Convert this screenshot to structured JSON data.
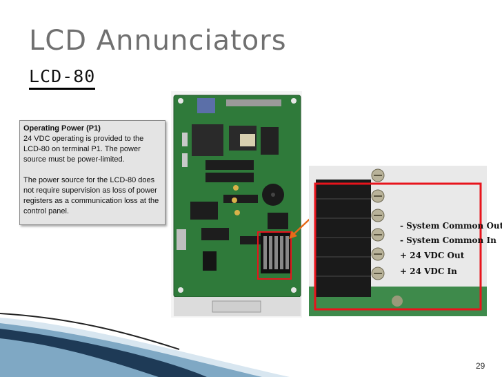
{
  "slide": {
    "title": "LCD Annunciators",
    "subtitle": "LCD-80",
    "page_number": "29"
  },
  "callout": {
    "heading": "Operating Power (P1)",
    "paragraph1": "24 VDC operating  is provided to the LCD-80 on terminal P1. The power source must be power-limited.",
    "paragraph2": "The power source for the LCD-80 does not require supervision as loss of power registers as a communication loss at the control panel."
  },
  "terminal_labels": [
    "- System Common Out",
    "- System Common In",
    "+ 24 VDC Out",
    "+ 24 VDC In"
  ],
  "colors": {
    "title": "#707070",
    "board_green": "#2f7a3a",
    "highlight_red": "#e8141c",
    "callout_bg": "#e4e4e4",
    "arrow_orange": "#e86a1a"
  }
}
